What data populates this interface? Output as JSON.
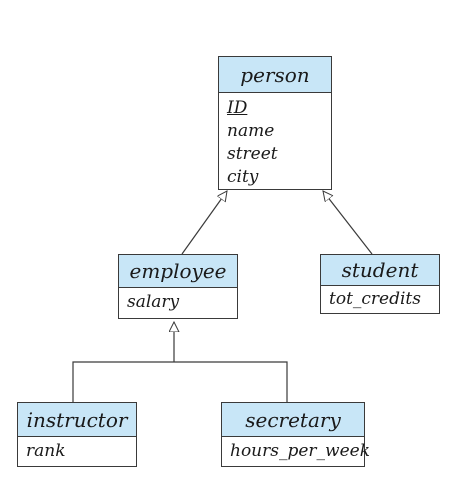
{
  "entities": {
    "person": {
      "name": "person",
      "attributes": [
        "ID",
        "name",
        "street",
        "city"
      ],
      "primary_key": "ID"
    },
    "employee": {
      "name": "employee",
      "attributes": [
        "salary"
      ]
    },
    "student": {
      "name": "student",
      "attributes": [
        "tot_credits"
      ]
    },
    "instructor": {
      "name": "instructor",
      "attributes": [
        "rank"
      ]
    },
    "secretary": {
      "name": "secretary",
      "attributes": [
        "hours_per_week"
      ]
    }
  },
  "relationships": [
    {
      "type": "specialization",
      "child": "employee",
      "parent": "person"
    },
    {
      "type": "specialization",
      "child": "student",
      "parent": "person"
    },
    {
      "type": "specialization",
      "child": "instructor",
      "parent": "employee"
    },
    {
      "type": "specialization",
      "child": "secretary",
      "parent": "employee"
    }
  ],
  "colors": {
    "header_fill": "#c8e6f7",
    "border": "#3a3a3a"
  }
}
